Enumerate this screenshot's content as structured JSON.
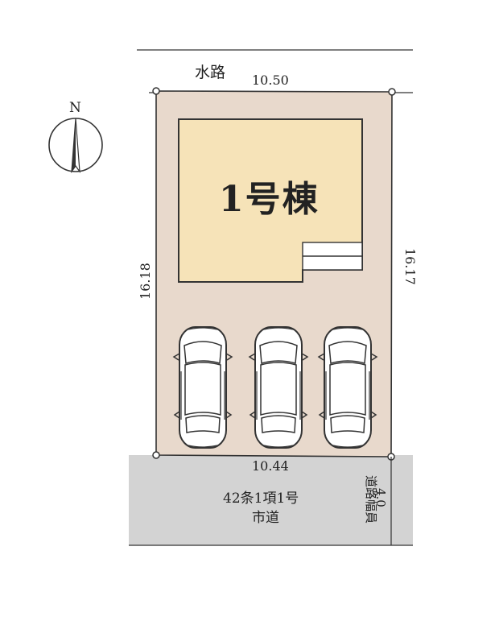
{
  "colors": {
    "lot": "#e8d9cc",
    "house": "#f6e3b8",
    "road": "#d3d3d3",
    "line": "#333333"
  },
  "labels": {
    "waterway": "水路",
    "top_width": "10.50",
    "left_depth": "16.18",
    "right_depth": "16.17",
    "bottom_width": "10.44",
    "house": "1号棟",
    "road_law": "42条1項1号",
    "road_type": "市道",
    "road_width_label": "道路幅員",
    "road_width_value": "4.0",
    "north": "N"
  },
  "icons": {
    "compass": "north-arrow-icon",
    "car": "car-top-view-icon"
  },
  "parking_spaces": 3
}
